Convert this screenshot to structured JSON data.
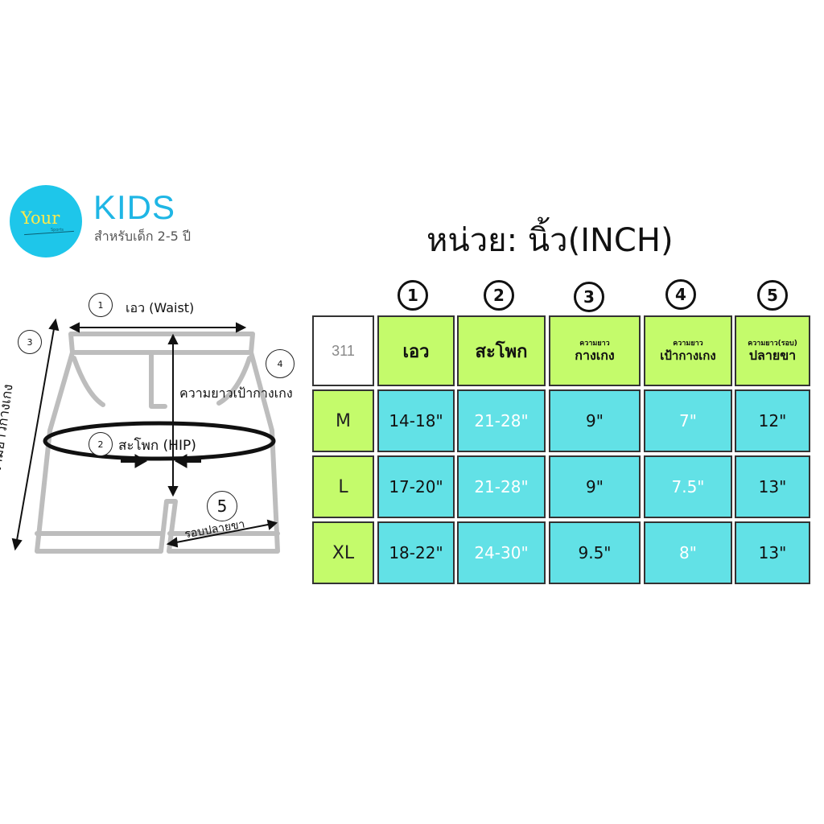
{
  "logo": {
    "text": "Your",
    "sub": "Sports"
  },
  "brand": {
    "title": "KIDS",
    "subtitle": "สำหรับเด็ก 2-5 ปี"
  },
  "unit_heading": "หน่วย: นิ้ว(INCH)",
  "diagram": {
    "waist": {
      "num": "1",
      "label": "เอว (Waist)"
    },
    "hip": {
      "num": "2",
      "label": "สะโพก (HIP)"
    },
    "length": {
      "num": "3",
      "label": "ความยาวกางเกง"
    },
    "rise": {
      "num": "4",
      "label": "ความยาวเป้ากางเกง"
    },
    "leg": {
      "num": "5",
      "label": "รอบปลายขา"
    }
  },
  "table": {
    "code": "311",
    "column_numbers": [
      "1",
      "2",
      "3",
      "4",
      "5"
    ],
    "headers": [
      {
        "small": "",
        "big": "เอว"
      },
      {
        "small": "",
        "big": "สะโพก"
      },
      {
        "small": "ความยาว",
        "big": "กางเกง"
      },
      {
        "small": "ความยาว",
        "big": "เป้ากางเกง"
      },
      {
        "small": "ความยาว(รอบ)",
        "big": "ปลายขา"
      }
    ],
    "rows": [
      {
        "size": "M",
        "values": [
          "14-18\"",
          "21-28\"",
          "9\"",
          "7\"",
          "12\""
        ]
      },
      {
        "size": "L",
        "values": [
          "17-20\"",
          "21-28\"",
          "9\"",
          "7.5\"",
          "13\""
        ]
      },
      {
        "size": "XL",
        "values": [
          "18-22\"",
          "24-30\"",
          "9.5\"",
          "8\"",
          "13\""
        ]
      }
    ]
  },
  "colors": {
    "accent_blue": "#1fb6e5",
    "green": "#c4fb6b",
    "cyan": "#62e1e6"
  }
}
